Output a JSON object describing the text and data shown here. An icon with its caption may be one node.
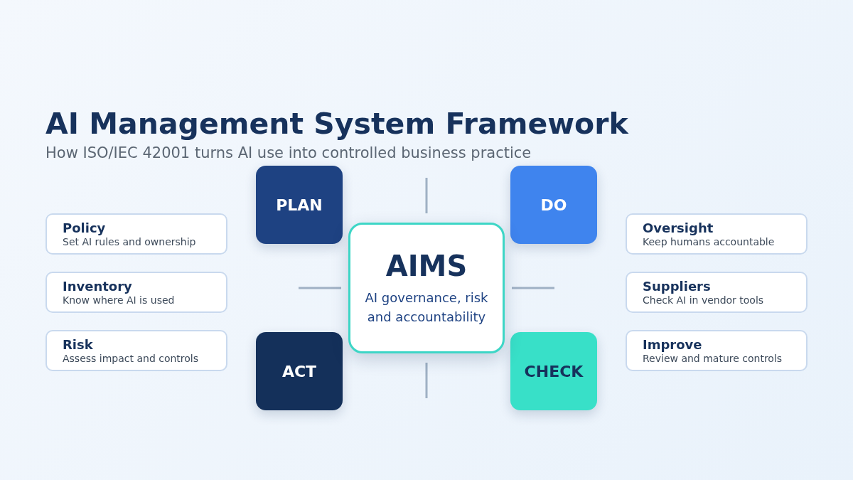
{
  "diagram": {
    "title": "AI Management System Framework",
    "caption": "How ISO/IEC 42001 turns AI use into controlled business practice",
    "nodes": [
      {
        "text": [
          "Policy",
          "Set AI rules and ownership"
        ]
      },
      {
        "text": [
          "PLAN"
        ]
      },
      {
        "text": [
          "DO"
        ]
      },
      {
        "text": [
          "Oversight",
          "Keep humans accountable"
        ]
      },
      {
        "text": [
          "AIMS",
          "AI governance, risk and accountability"
        ]
      },
      {
        "text": [
          "Inventory",
          "Know where AI is used"
        ]
      },
      {
        "text": [
          "Suppliers",
          "Check AI in vendor tools"
        ]
      },
      {
        "text": [
          "Risk",
          "Assess impact and controls"
        ]
      },
      {
        "text": [
          "ACT"
        ]
      },
      {
        "text": [
          "CHECK"
        ]
      },
      {
        "text": [
          "Improve",
          "Review and mature controls"
        ]
      }
    ],
    "edges": []
  }
}
